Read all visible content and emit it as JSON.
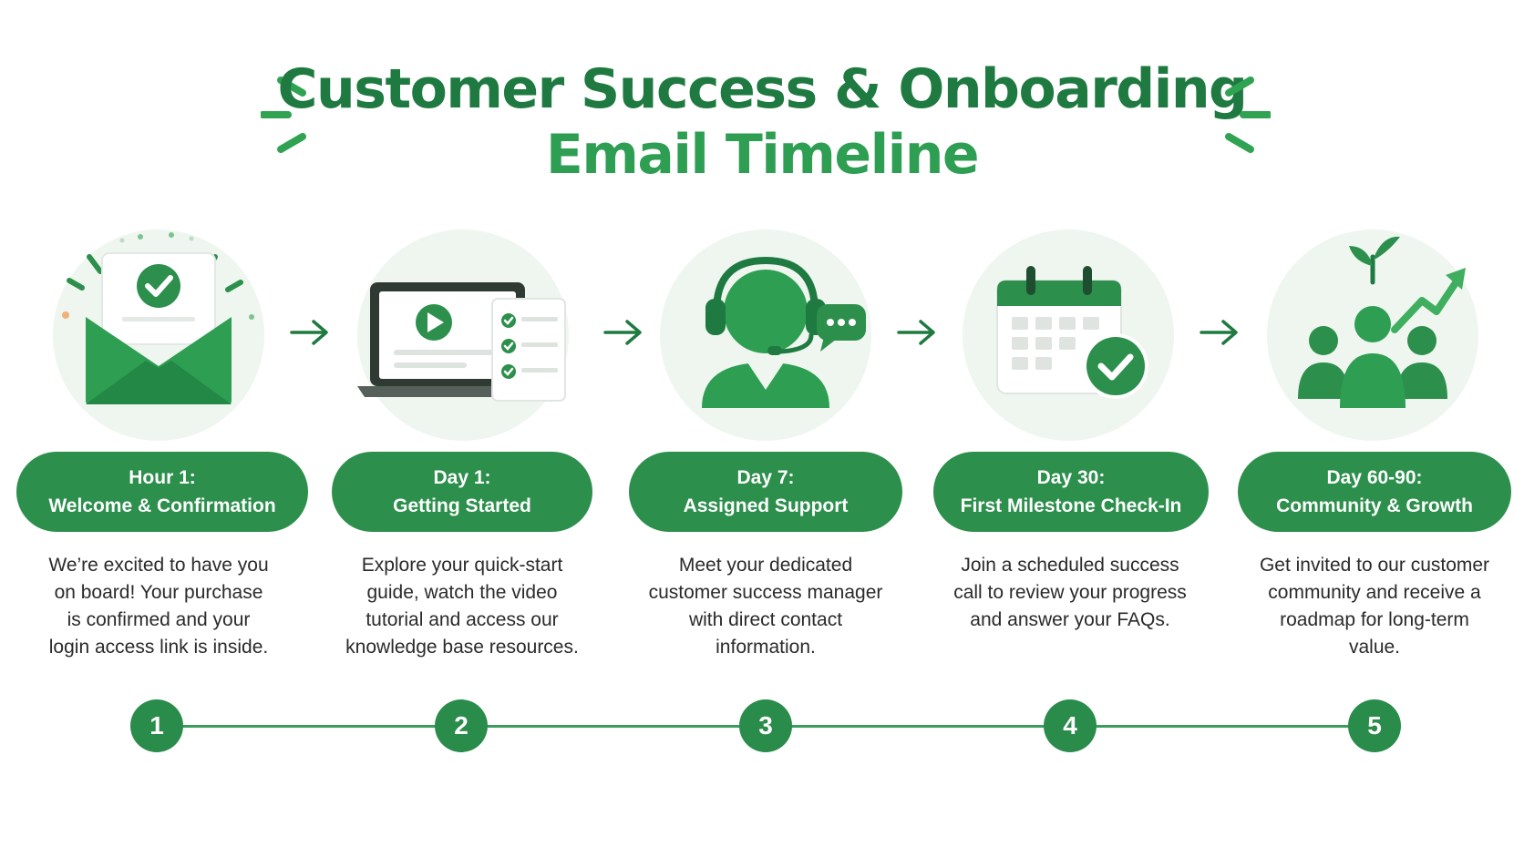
{
  "title": {
    "line1": "Customer Success & Onboarding",
    "line2": "Email Timeline"
  },
  "colors": {
    "primary": "#2c8f4c",
    "dark": "#1e7a40",
    "light": "#eef6ef",
    "accent": "#3fae5f"
  },
  "steps": [
    {
      "number": "1",
      "icon": "envelope-check-icon",
      "label_line1": "Hour 1:",
      "label_line2": "Welcome & Confirmation",
      "desc_lines": [
        "We’re excited to have you",
        "on board! Your purchase",
        "is confirmed and your",
        "login access link is inside."
      ]
    },
    {
      "number": "2",
      "icon": "laptop-video-checklist-icon",
      "label_line1": "Day 1:",
      "label_line2": "Getting Started",
      "desc_lines": [
        "Explore your quick-start",
        "guide, watch the video",
        "tutorial and access our",
        "knowledge base resources."
      ]
    },
    {
      "number": "3",
      "icon": "headset-support-icon",
      "label_line1": "Day 7:",
      "label_line2": "Assigned Support",
      "desc_lines": [
        "Meet your dedicated",
        "customer success manager",
        "with direct contact",
        "information."
      ]
    },
    {
      "number": "4",
      "icon": "calendar-check-icon",
      "label_line1": "Day 30:",
      "label_line2": "First Milestone Check-In",
      "desc_lines": [
        "Join a scheduled success",
        "call to review your progress",
        "and answer your FAQs."
      ]
    },
    {
      "number": "5",
      "icon": "community-growth-icon",
      "label_line1": "Day 60-90:",
      "label_line2": "Community & Growth",
      "desc_lines": [
        "Get invited to our customer",
        "community and receive a",
        "roadmap for long-term",
        "value."
      ]
    }
  ]
}
